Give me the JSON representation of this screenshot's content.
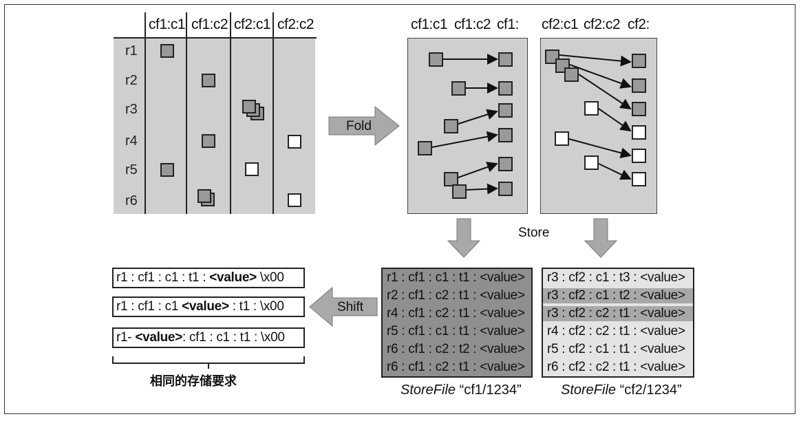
{
  "left_table": {
    "columns": [
      "cf1:c1",
      "cf1:c2",
      "cf2:c1",
      "cf2:c2"
    ],
    "rows": [
      "r1",
      "r2",
      "r3",
      "r4",
      "r5",
      "r6"
    ]
  },
  "fold_label": "Fold",
  "store_label": "Store",
  "shift_label": "Shift",
  "store_cf1": {
    "headers": [
      "cf1:c1",
      "cf1:c2",
      "cf1:"
    ]
  },
  "store_cf2": {
    "headers": [
      "cf2:c1",
      "cf2:c2",
      "cf2:"
    ]
  },
  "storefile_cf1": {
    "rows": [
      "r1 : cf1 : c1 : t1 : <value>",
      "r2 : cf1 : c2 : t1 : <value>",
      "r4 : cf1 : c2 : t1 : <value>",
      "r5 : cf1 : c1 : t1 : <value>",
      "r6 : cf1 : c2 : t2 : <value>",
      "r6 : cf1 : c2 : t1 : <value>"
    ],
    "caption_prefix": "StoreFile",
    "caption_name": "“cf1/1234”"
  },
  "storefile_cf2": {
    "rows": [
      "r3 : cf2 : c1 : t3 : <value>",
      "r3 : cf2 : c1 : t2 : <value>",
      "r3 : cf2 : c2 : t1 : <value>",
      "r4 : cf2 : c2 : t1 : <value>",
      "r5 : cf2 : c1 : t1 : <value>",
      "r6 : cf2 : c2 : t1 : <value>"
    ],
    "caption_prefix": "StoreFile",
    "caption_name": "“cf2/1234”"
  },
  "key_layouts": [
    {
      "pre": "r1 : cf1 : c1 : t1 : ",
      "value": "<value>",
      "post": " \\x00"
    },
    {
      "pre": "r1 : cf1 : c1 ",
      "value": "<value>",
      "post": " : t1 : \\x00"
    },
    {
      "pre": "r1- ",
      "value": "<value>",
      "post": ": cf1 : c1 : t1 : \\x00"
    }
  ],
  "bracket_caption": "相同的存储要求"
}
